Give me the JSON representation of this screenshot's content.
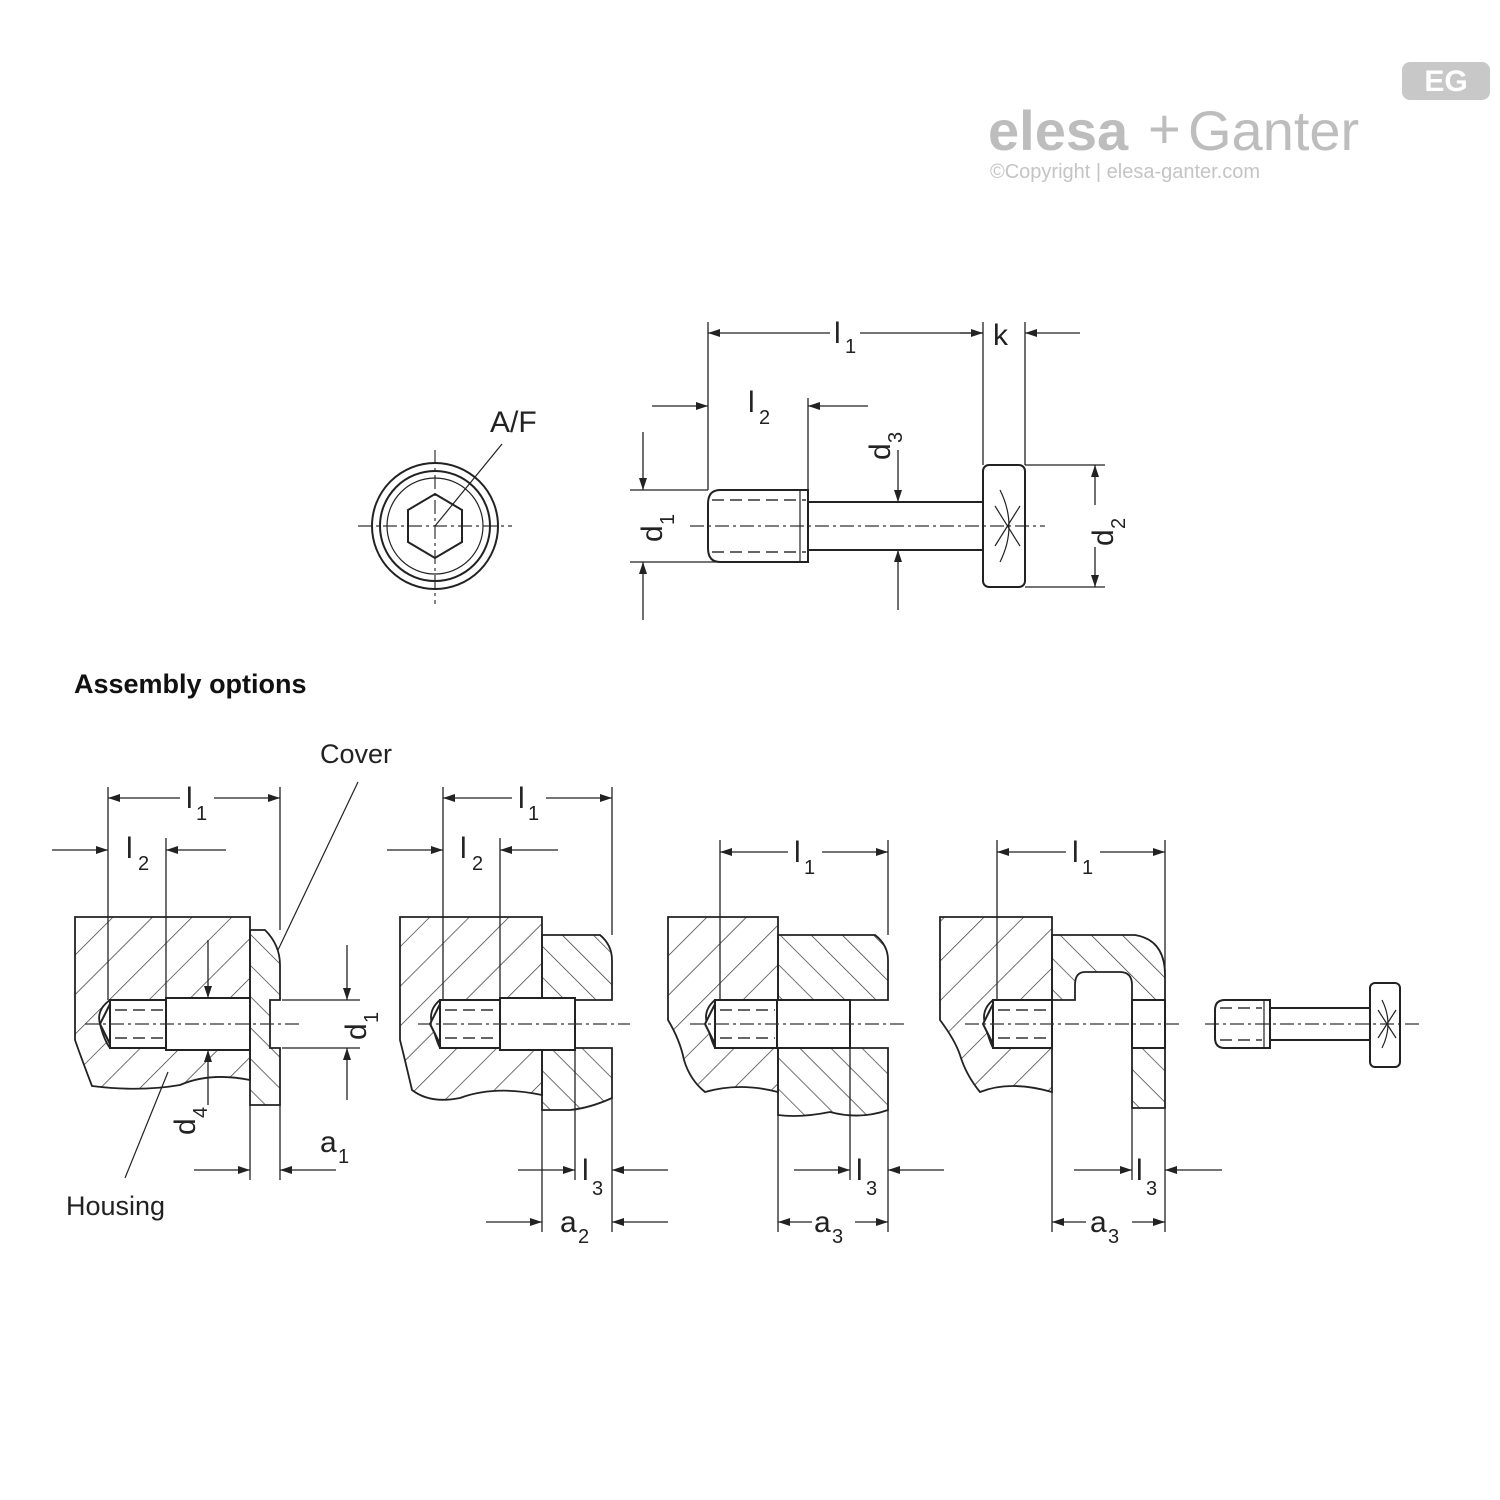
{
  "logo": {
    "badge_text": "EG",
    "brand_left": "elesa",
    "brand_plus": "+",
    "brand_right": "Ganter",
    "copyright": "©Copyright | elesa-ganter.com"
  },
  "top_view": {
    "af_label": "A/F",
    "dims": {
      "l1": {
        "main": "l",
        "sub": "1"
      },
      "k": {
        "main": "k",
        "sub": ""
      },
      "l2": {
        "main": "l",
        "sub": "2"
      },
      "d3": {
        "main": "d",
        "sub": "3"
      },
      "d1": {
        "main": "d",
        "sub": "1"
      },
      "d2": {
        "main": "d",
        "sub": "2"
      }
    }
  },
  "assembly": {
    "heading": "Assembly options",
    "cover_label": "Cover",
    "housing_label": "Housing",
    "opt1": {
      "l1": {
        "main": "l",
        "sub": "1"
      },
      "l2": {
        "main": "l",
        "sub": "2"
      },
      "d1": {
        "main": "d",
        "sub": "1"
      },
      "d4": {
        "main": "d",
        "sub": "4"
      },
      "a1": {
        "main": "a",
        "sub": "1"
      }
    },
    "opt2": {
      "l1": {
        "main": "l",
        "sub": "1"
      },
      "l2": {
        "main": "l",
        "sub": "2"
      },
      "l3": {
        "main": "l",
        "sub": "3"
      },
      "a2": {
        "main": "a",
        "sub": "2"
      }
    },
    "opt3": {
      "l1": {
        "main": "l",
        "sub": "1"
      },
      "l3": {
        "main": "l",
        "sub": "3"
      },
      "a3": {
        "main": "a",
        "sub": "3"
      }
    },
    "opt4": {
      "l1": {
        "main": "l",
        "sub": "1"
      },
      "l3": {
        "main": "l",
        "sub": "3"
      },
      "a3": {
        "main": "a",
        "sub": "3"
      }
    }
  }
}
